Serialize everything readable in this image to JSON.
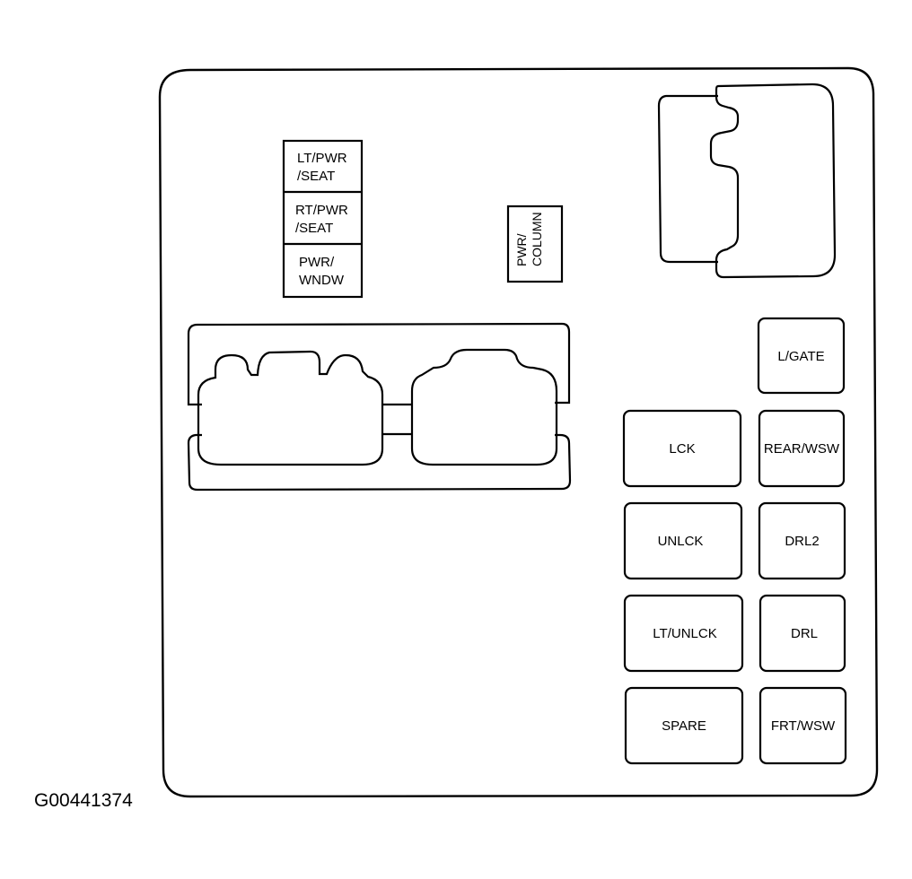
{
  "diagram": {
    "stacked_fuses": {
      "lt_pwr_seat": [
        "LT/PWR",
        "/SEAT"
      ],
      "rt_pwr_seat": [
        "RT/PWR",
        "/SEAT"
      ],
      "pwr_wndw": [
        "PWR/",
        "WNDW"
      ]
    },
    "pwr_column": [
      "PWR/",
      "COLUMN"
    ],
    "relays": {
      "l_gate": "L/GATE",
      "lck": "LCK",
      "rear_wsw": "REAR/WSW",
      "unlck": "UNLCK",
      "drl2": "DRL2",
      "lt_unlck": "LT/UNLCK",
      "drl": "DRL",
      "spare": "SPARE",
      "frt_wsw": "FRT/WSW"
    },
    "figure_id": "G00441374"
  }
}
